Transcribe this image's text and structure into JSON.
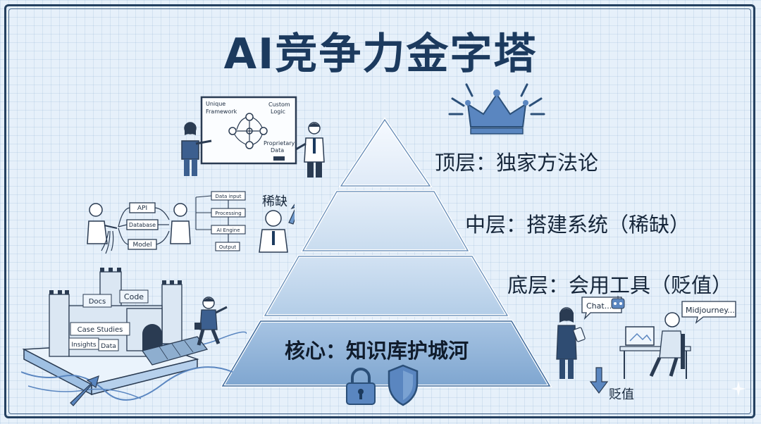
{
  "title": "AI竞争力金字塔",
  "layers": {
    "top": "顶层：独家方法论",
    "middle": "中层：搭建系统（稀缺）",
    "bottom": "底层：会用工具（贬值）",
    "core": "核心：知识库护城河"
  },
  "whiteboard": {
    "unique": "Unique",
    "framework": "Framework",
    "custom": "Custom",
    "logic": "Logic",
    "proprietary": "Proprietary",
    "data": "Data"
  },
  "system": {
    "api": "API",
    "database": "Database",
    "model": "Model",
    "data_input": "Data input",
    "processing": "Processing",
    "ai_engine": "AI Engine",
    "output": "Output",
    "scarce_label": "稀缺"
  },
  "castle": {
    "docs": "Docs",
    "code": "Code",
    "case_studies": "Case Studies",
    "insights": "Insights",
    "data": "Data"
  },
  "tools": {
    "chat_bubble": "Chat...",
    "midjourney_bubble": "Midjourney...",
    "devalue_label": "贬值"
  },
  "colors": {
    "navy": "#1c3a5e",
    "pyramid_light": "#eef5fc",
    "pyramid_mid": "#d3e4f4",
    "pyramid_base": "#8fb4da",
    "accent": "#4a7fb8"
  }
}
